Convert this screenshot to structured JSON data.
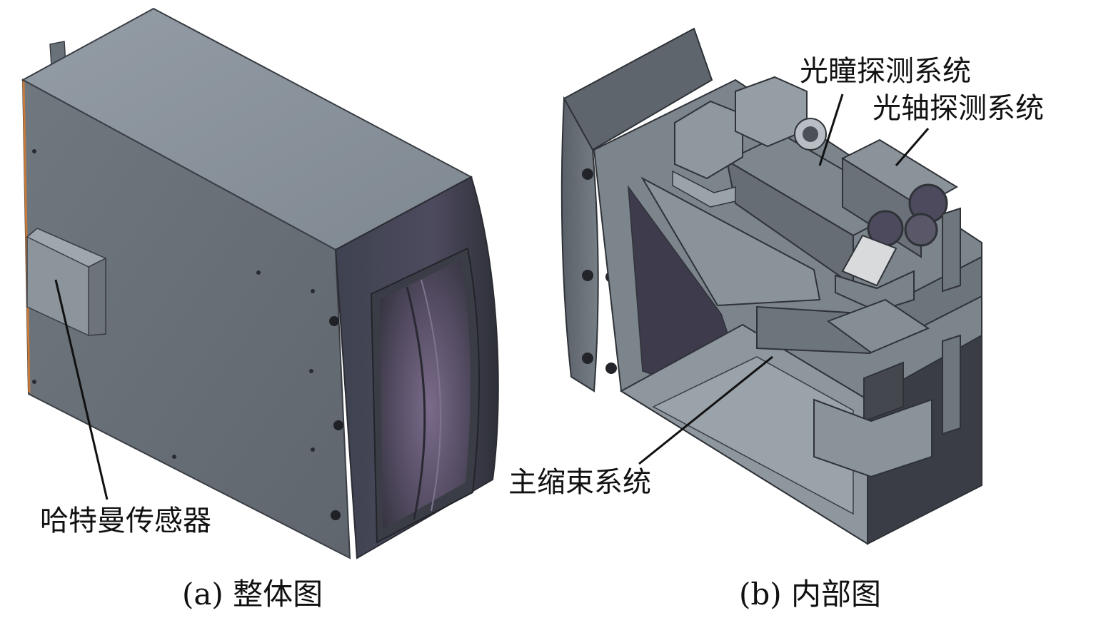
{
  "captions": {
    "a": "(a) 整体图",
    "b": "(b) 内部图"
  },
  "labels": {
    "hartmann": "哈特曼传感器",
    "pupil": "光瞳探测系统",
    "axis": "光轴探测系统",
    "beam": "主缩束系统"
  },
  "colors": {
    "body_top": "#8a939b",
    "body_side": "#6e767e",
    "body_front": "#4a4f5a",
    "lens": "#5a5266",
    "metal_light": "#9aa2aa",
    "metal_dark": "#5d636b",
    "leader": "#111111"
  }
}
